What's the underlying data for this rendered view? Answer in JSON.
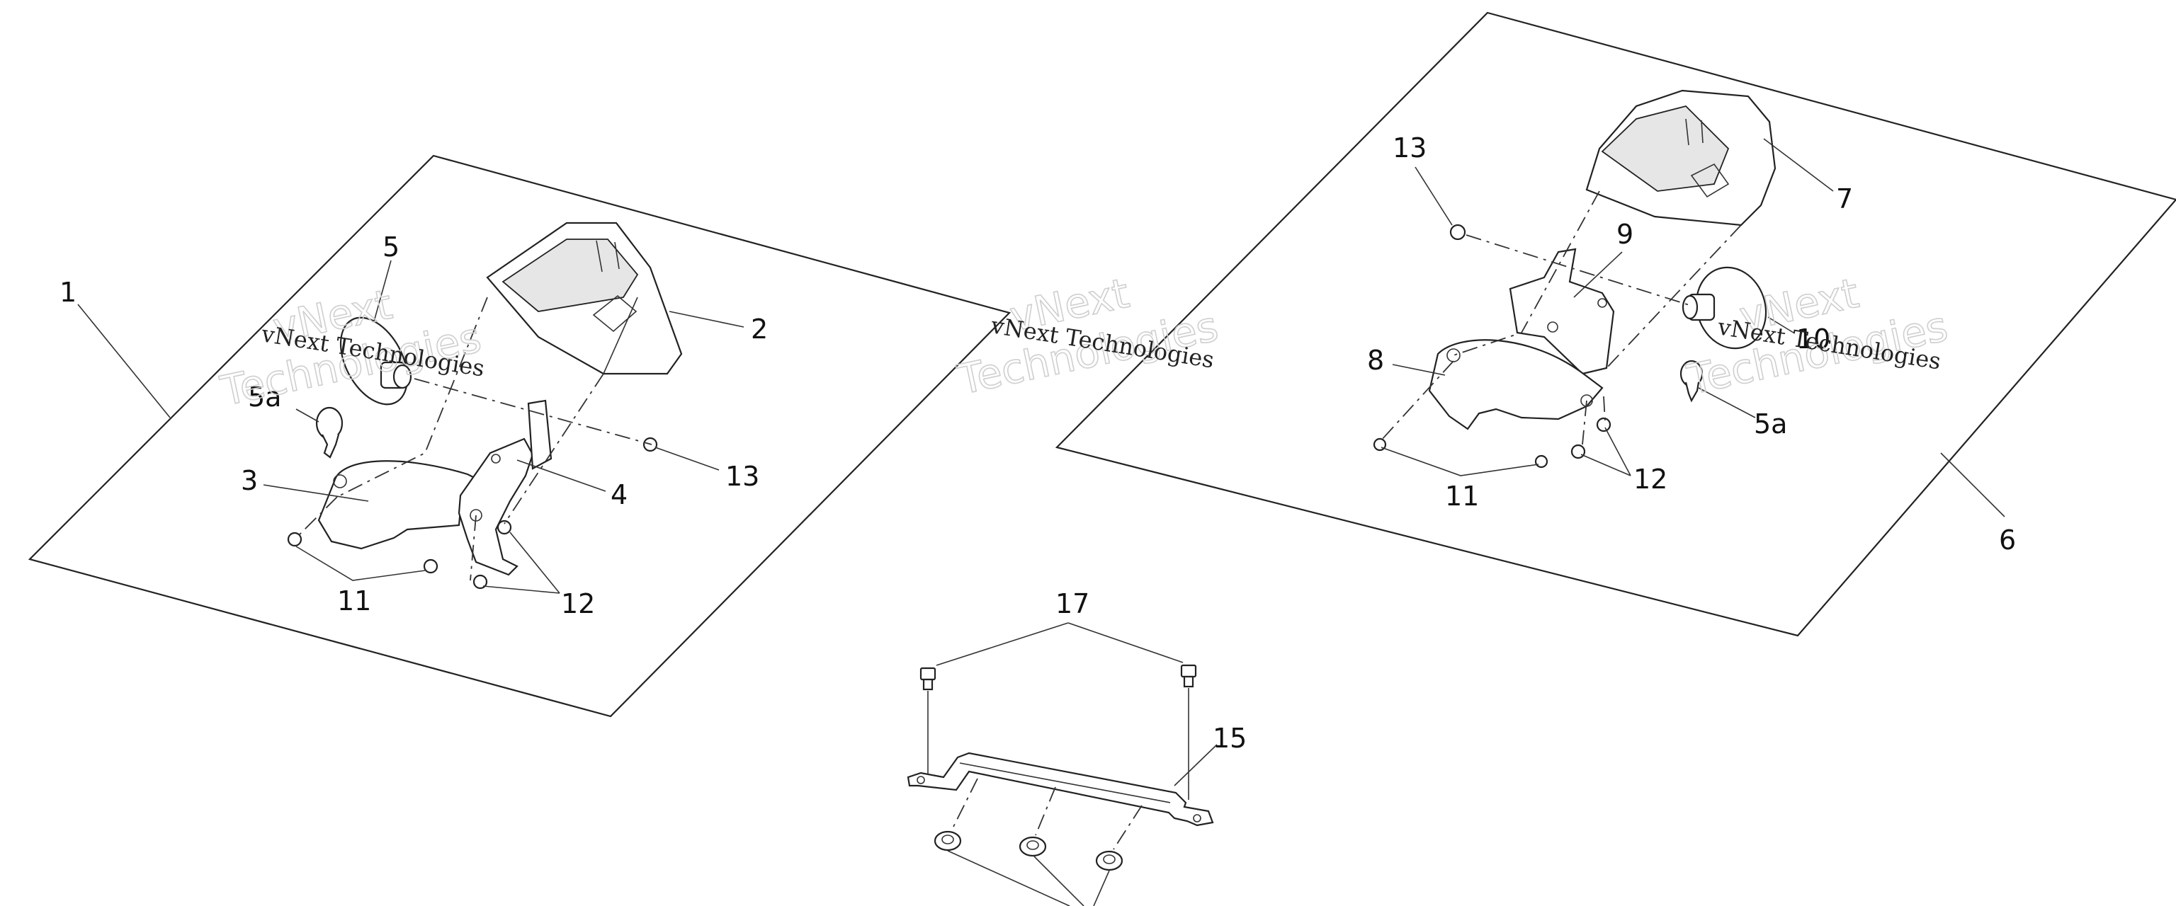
{
  "callouts": {
    "c1": "1",
    "c2": "2",
    "c3": "3",
    "c4": "4",
    "c5": "5",
    "c5a_left": "5a",
    "c11_left": "11",
    "c12_left": "12",
    "c13_left": "13",
    "c6": "6",
    "c7": "7",
    "c8": "8",
    "c9": "9",
    "c10": "10",
    "c5a_right": "5a",
    "c11_right": "11",
    "c12_right": "12",
    "c13_right": "13",
    "c15": "15",
    "c17": "17"
  },
  "watermark": {
    "line1": "vNext",
    "line2": "Technologies",
    "caption": "vNext Technologies"
  }
}
